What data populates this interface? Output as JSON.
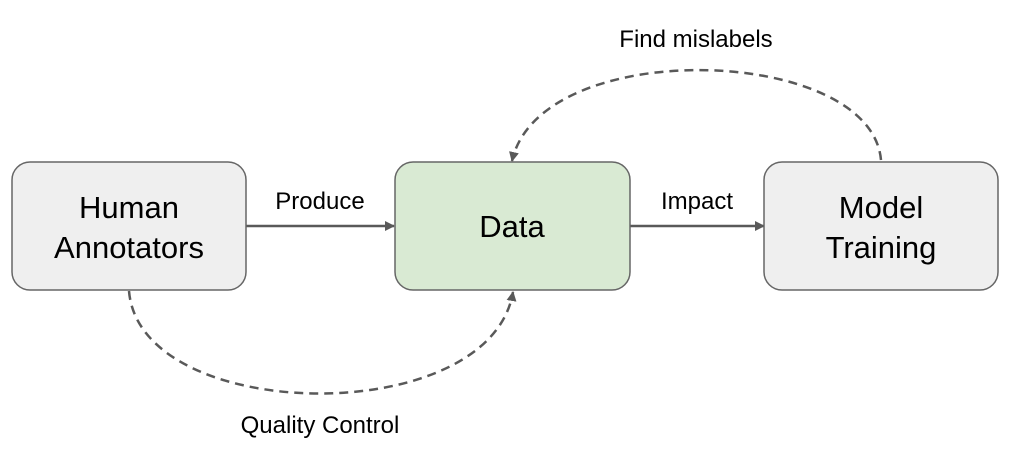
{
  "diagram": {
    "nodes": {
      "annotators": {
        "line1": "Human",
        "line2": "Annotators",
        "fill": "#efefef",
        "stroke": "#666666"
      },
      "data": {
        "label": "Data",
        "fill": "#d9ead3",
        "stroke": "#666666"
      },
      "training": {
        "line1": "Model",
        "line2": "Training",
        "fill": "#efefef",
        "stroke": "#666666"
      }
    },
    "edges": {
      "produce": {
        "label": "Produce",
        "from": "Human Annotators",
        "to": "Data",
        "style": "solid"
      },
      "impact": {
        "label": "Impact",
        "from": "Data",
        "to": "Model Training",
        "style": "solid"
      },
      "find_mislabels": {
        "label": "Find mislabels",
        "from": "Model Training",
        "to": "Data",
        "style": "dashed"
      },
      "quality_control": {
        "label": "Quality Control",
        "from": "Human Annotators",
        "to": "Data",
        "style": "dashed"
      }
    },
    "edge_color": "#595959"
  }
}
